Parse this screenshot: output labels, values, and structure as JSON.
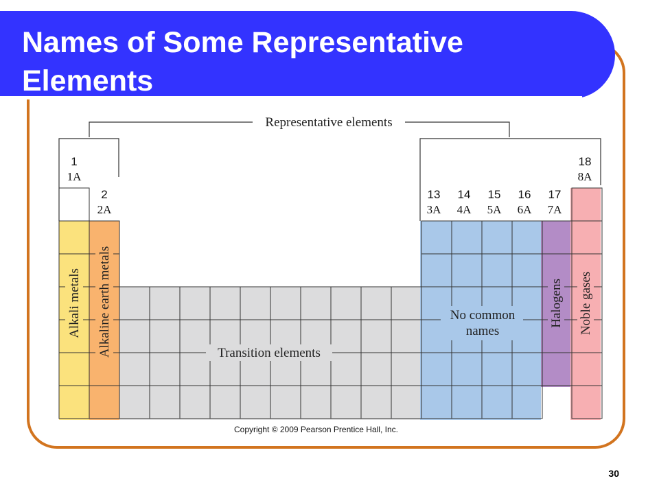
{
  "slide": {
    "title": "Names of Some Representative\nElements",
    "page_number": "30",
    "copyright": "Copyright © 2009 Pearson Prentice Hall, Inc."
  },
  "colors": {
    "header": "#3333ff",
    "frame": "#d2741f",
    "alkali": "#fbe27d",
    "alkaline_earth": "#f9b36e",
    "transition": "#dcdcdd",
    "p_block": "#a9c8e9",
    "halogen": "#b38cc6",
    "noble": "#f7afb2"
  },
  "diagram": {
    "brace_labels": {
      "representative": "Representative elements"
    },
    "groups": [
      {
        "number": "1",
        "label": "1A"
      },
      {
        "number": "2",
        "label": "2A"
      },
      {
        "number": "13",
        "label": "3A"
      },
      {
        "number": "14",
        "label": "4A"
      },
      {
        "number": "15",
        "label": "5A"
      },
      {
        "number": "16",
        "label": "6A"
      },
      {
        "number": "17",
        "label": "7A"
      },
      {
        "number": "18",
        "label": "8A"
      }
    ],
    "regions": {
      "alkali": "Alkali metals",
      "alkaline_earth": "Alkaline earth metals",
      "transition": "Transition elements",
      "no_common_line1": "No common",
      "no_common_line2": "names",
      "halogens": "Halogens",
      "noble": "Noble gases"
    }
  }
}
